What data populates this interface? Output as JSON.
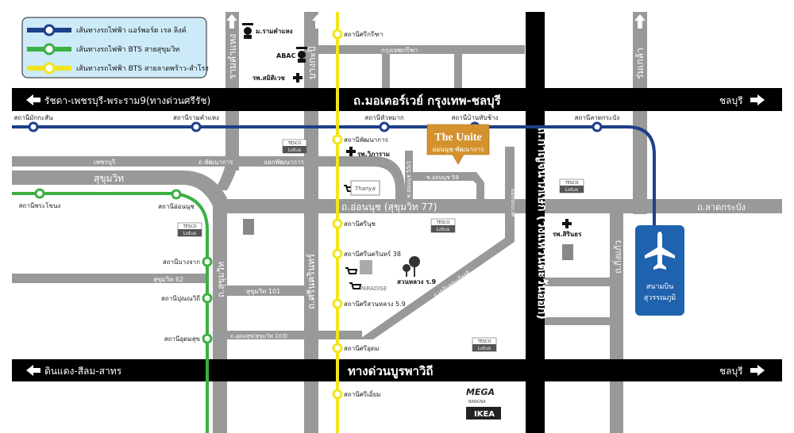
{
  "colors": {
    "airport_link": "#1e3f8a",
    "bts_sukhumvit": "#3cb043",
    "bts_yellow": "#f2e51b",
    "road": "#999999",
    "expressway": "#000000",
    "project": "#d4922e",
    "airport_box": "#1f62ad",
    "legend_bg": "#cdeaf8"
  },
  "legend": [
    {
      "label": "เส้นทางรถไฟฟ้า แอร์พอร์ต เรล ลิงค์"
    },
    {
      "label": "เส้นทางรถไฟฟ้า BTS สายสุขุมวิท"
    },
    {
      "label": "เส้นทางรถไฟฟ้า BTS สายลาดพร้าว-สำโรง"
    }
  ],
  "expressways": {
    "top_left": "รัชดา-เพชรบุรี-พระราม9(ทางด่วนศรีรัช)",
    "top_center": "ถ.มอเตอร์เวย์ กรุงเทพ-ชลบุรี",
    "top_right": "ชลบุรี",
    "bottom_left": "ดินแดง-สีลม-สาทร",
    "bottom_center": "ทางด่วนบูรพาวิถี",
    "bottom_right": "ชลบุรี",
    "kanchanaphisek": "ถ.กาญจนาภิเษก (วงแหวนตะวันออก)"
  },
  "airport_link_stations": [
    "สถานีมักกะสัน",
    "สถานีรามคำแหง",
    "สถานีหัวหมาก",
    "สถานีบ้านทับช้าง",
    "สถานีลาดกระบัง"
  ],
  "yellow_stations": [
    "สถานีศรีกรีฑา",
    "สถานีพัฒนาการ",
    "สถานีศรีนุช",
    "สถานีศรีนครินทร์ 38",
    "สถานีศรีสวนหลวง 5.9",
    "สถานีศรีอุดม",
    "สถานีศรีเอี่ยม"
  ],
  "green_stations": [
    "สถานีพระโขนง",
    "สถานีอ่อนนุช",
    "สถานีบางจาก",
    "สถานีปุณณวิถี",
    "สถานีอุดมสุข"
  ],
  "roads": {
    "ramkhamhaeng": "รามคำแหง",
    "bangkapi": "บางกะปิ",
    "romklao": "ร่มเกล้า",
    "krungthep_kreetha": "กรุงเทพกรีฑา",
    "phetchaburi": "เพชรบุรี",
    "phatthanakan": "ถ.พัฒนาการ",
    "yaek_phatthanakan": "แยกพัฒนาการ",
    "sukhumvit_h": "สุขุมวิท",
    "on_nut": "ถ.อ่อนนุช (สุขุมวิท 77)",
    "soi_55_1": "ซ.อ่อนนุช 55/1",
    "soi_59": "ซ.อ่อนนุช 59",
    "yaek_prawet": "แยกประเวศ",
    "lat_krabang": "ถ.ลาดกระบัง",
    "king_kaeo": "ถ.กิ่งแก้ว",
    "sukhumvit_v": "ถ.สุขุมวิท",
    "srinakarin": "ถ.ศรีนครินทร์",
    "sukhumvit_62": "สุขุมวิท 62",
    "sukhumvit_101": "สุขุมวิท 101",
    "udomsuk": "ถ.อุดมสุข(สุขุมวิท 103)",
    "chaloem_phrakiat": "ถ.เฉลิมพระเกียรติ"
  },
  "poi": {
    "ram_u": "ม.รามคำแหง",
    "abac": "ABAC",
    "samitivej": "รพ.สมิติเวช",
    "wikaram": "รพ.วิภาราม",
    "sirindhorn": "รพ.สิรินธร",
    "suan_luang": "สวนหลวง ร.9",
    "paradise": "PARADISE",
    "thanya": "Thanya",
    "tesco": "TESCO",
    "lotus": "Lotus",
    "mega": "MEGA",
    "mega_sub": "BANGNA",
    "ikea": "IKEA"
  },
  "project": {
    "name": "The Unite",
    "subtitle": "อ่อนนุช-พัฒนาการ"
  },
  "airport": {
    "name_line1": "สนามบิน",
    "name_line2": "สุวรรณภูมิ",
    "icon": "airplane-icon"
  }
}
